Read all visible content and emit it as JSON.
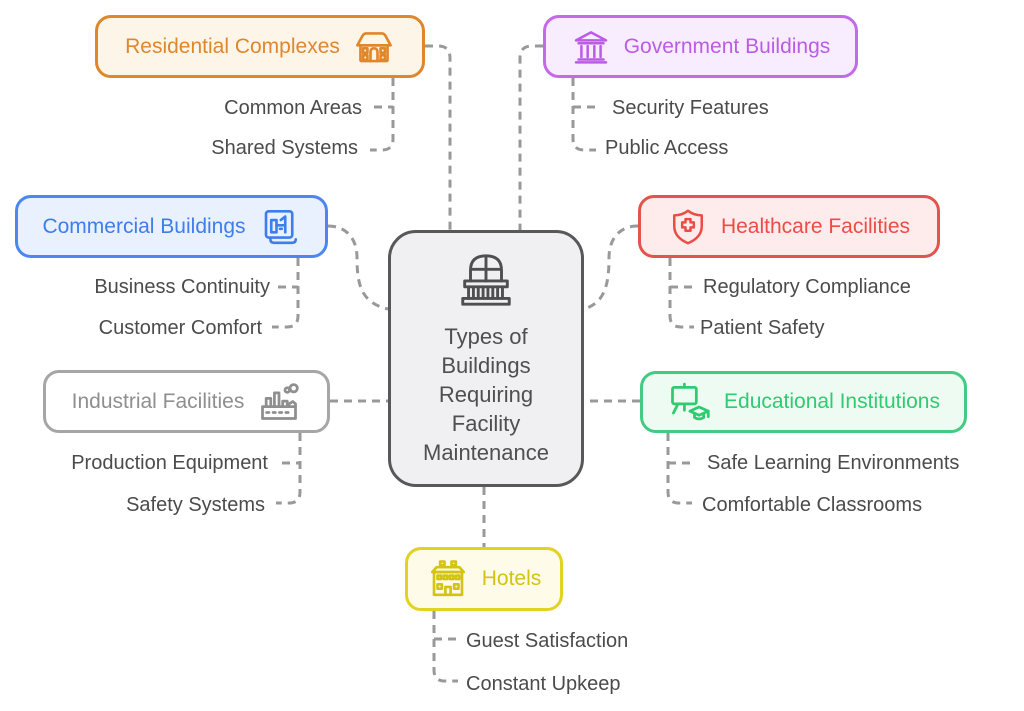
{
  "diagram": {
    "title": "Types of Buildings Requiring Facility Maintenance",
    "background_color": "#FFFFFF",
    "connector_color": "#999999",
    "subtopic_text_color": "#4B4B4B",
    "center": {
      "icon": "balcony-window-icon",
      "lines": [
        "Types of",
        "Buildings",
        "Requiring",
        "Facility",
        "Maintenance"
      ],
      "border_color": "#58585A",
      "fill_color": "#F0EFF1",
      "text_color": "#4F4F52"
    },
    "branches": [
      {
        "id": "residential-complexes",
        "label": "Residential Complexes",
        "icon": "house-icon",
        "icon_side": "right",
        "border_color": "#E0862B",
        "fill_color": "#FEF5E9",
        "text_color": "#E0862B",
        "children": [
          "Common Areas",
          "Shared Systems"
        ]
      },
      {
        "id": "government-buildings",
        "label": "Government Buildings",
        "icon": "bank-columns-icon",
        "icon_side": "left",
        "border_color": "#C36AE8",
        "fill_color": "#F8EDFE",
        "text_color": "#BB5CE4",
        "children": [
          "Security Features",
          "Public Access"
        ]
      },
      {
        "id": "commercial-buildings",
        "label": "Commercial Buildings",
        "icon": "building-documents-icon",
        "icon_side": "right",
        "border_color": "#4C86EE",
        "fill_color": "#E9F1FE",
        "text_color": "#3D7EEC",
        "children": [
          "Business Continuity",
          "Customer Comfort"
        ]
      },
      {
        "id": "healthcare-facilities",
        "label": "Healthcare Facilities",
        "icon": "shield-cross-icon",
        "icon_side": "left",
        "border_color": "#E2544E",
        "fill_color": "#FDECEB",
        "text_color": "#ED4C45",
        "children": [
          "Regulatory Compliance",
          "Patient Safety"
        ]
      },
      {
        "id": "industrial-facilities",
        "label": "Industrial Facilities",
        "icon": "factory-icon",
        "icon_side": "right",
        "border_color": "#A6A6A6",
        "fill_color": "#FFFFFF",
        "text_color": "#8F8F8F",
        "children": [
          "Production Equipment",
          "Safety Systems"
        ]
      },
      {
        "id": "educational-institutions",
        "label": "Educational Institutions",
        "icon": "easel-graduation-icon",
        "icon_side": "left",
        "border_color": "#43CB83",
        "fill_color": "#EDFBF2",
        "text_color": "#2FCB71",
        "children": [
          "Safe Learning Environments",
          "Comfortable Classrooms"
        ]
      },
      {
        "id": "hotels",
        "label": "Hotels",
        "icon": "hotel-icon",
        "icon_side": "left",
        "border_color": "#E2D223",
        "fill_color": "#FEFBE8",
        "text_color": "#D3C313",
        "children": [
          "Guest Satisfaction",
          "Constant Upkeep"
        ]
      }
    ]
  }
}
